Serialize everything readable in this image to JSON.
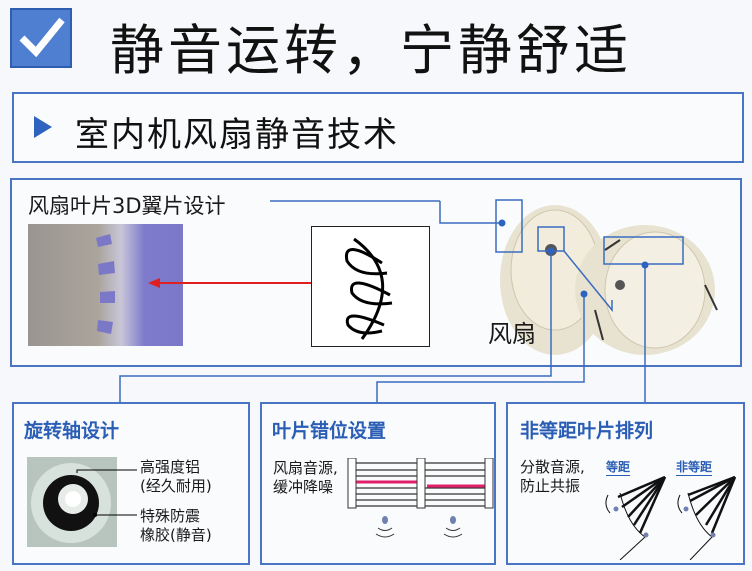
{
  "header": {
    "title": "静音运转，宁静舒适",
    "icon": "checkbox-checked-icon"
  },
  "section": {
    "title": "室内机风扇静音技术"
  },
  "main": {
    "blade_label": "风扇叶片3D翼片设计",
    "fan_label": "风扇"
  },
  "panels": [
    {
      "title": "旋转轴设计",
      "note1_line1": "高强度铝",
      "note1_line2": "(经久耐用)",
      "note2_line1": "特殊防震",
      "note2_line2": "橡胶(静音)"
    },
    {
      "title": "叶片错位设置",
      "desc_line1": "风扇音源,",
      "desc_line2": "缓冲降噪"
    },
    {
      "title": "非等距叶片排列",
      "desc_line1": "分散音源,",
      "desc_line2": "防止共振",
      "label_equal": "等距",
      "label_unequal": "非等距"
    }
  ],
  "colors": {
    "accent": "#2a5eb5",
    "border": "#4a74c4",
    "highlight": "#e0206a",
    "arrow": "#e02020"
  }
}
